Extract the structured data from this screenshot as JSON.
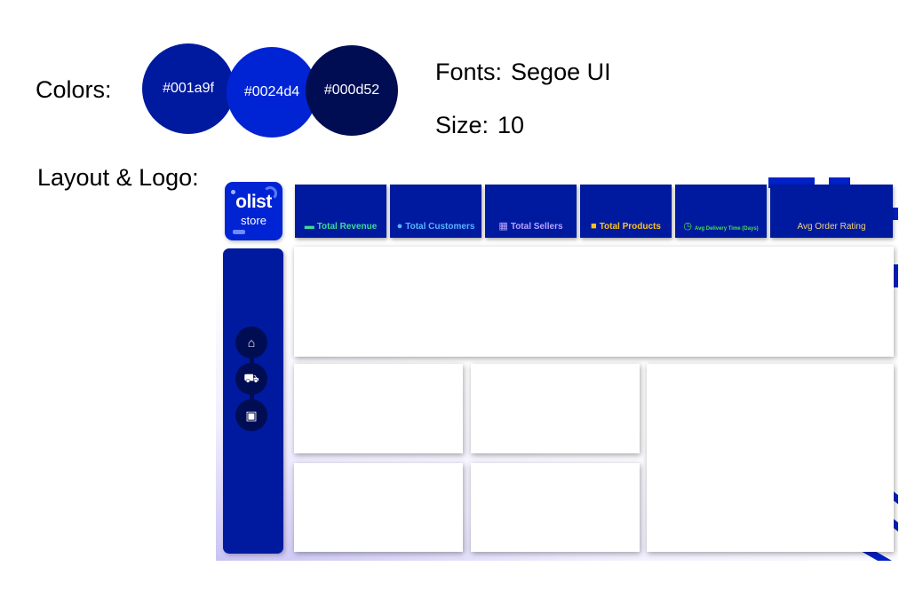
{
  "legend": {
    "colors_label": "Colors:",
    "colors": [
      {
        "hex": "#001a9f",
        "label": "#001a9f"
      },
      {
        "hex": "#0024d4",
        "label": "#0024d4"
      },
      {
        "hex": "#000d52",
        "label": "#000d52"
      }
    ],
    "fonts_label": "Fonts:",
    "fonts_value": "Segoe UI",
    "size_label": "Size:",
    "size_value": "10",
    "layout_label": "Layout & Logo:"
  },
  "logo": {
    "line1": "olist",
    "line2": "store"
  },
  "nav": [
    {
      "icon": "home-icon",
      "glyph": "⌂"
    },
    {
      "icon": "truck-icon",
      "glyph": "⛟"
    },
    {
      "icon": "box-icon",
      "glyph": "▣"
    }
  ],
  "kpis": [
    {
      "label": "Total Revenue",
      "color": "#3ddc97",
      "icon": "money-icon",
      "glyph": "▬"
    },
    {
      "label": "Total Customers",
      "color": "#5ab4ff",
      "icon": "person-icon",
      "glyph": "●"
    },
    {
      "label": "Total Sellers",
      "color": "#b9a4ff",
      "icon": "store-icon",
      "glyph": "▦"
    },
    {
      "label": "Total Products",
      "color": "#ffc21a",
      "icon": "product-box-icon",
      "glyph": "■"
    },
    {
      "label": "Avg Delivery Time (Days)",
      "color": "#48e04a",
      "icon": "stopwatch-icon",
      "glyph": "◷"
    },
    {
      "label": "Avg Order Rating",
      "color": "#f0d27a",
      "icon": "",
      "glyph": ""
    }
  ]
}
